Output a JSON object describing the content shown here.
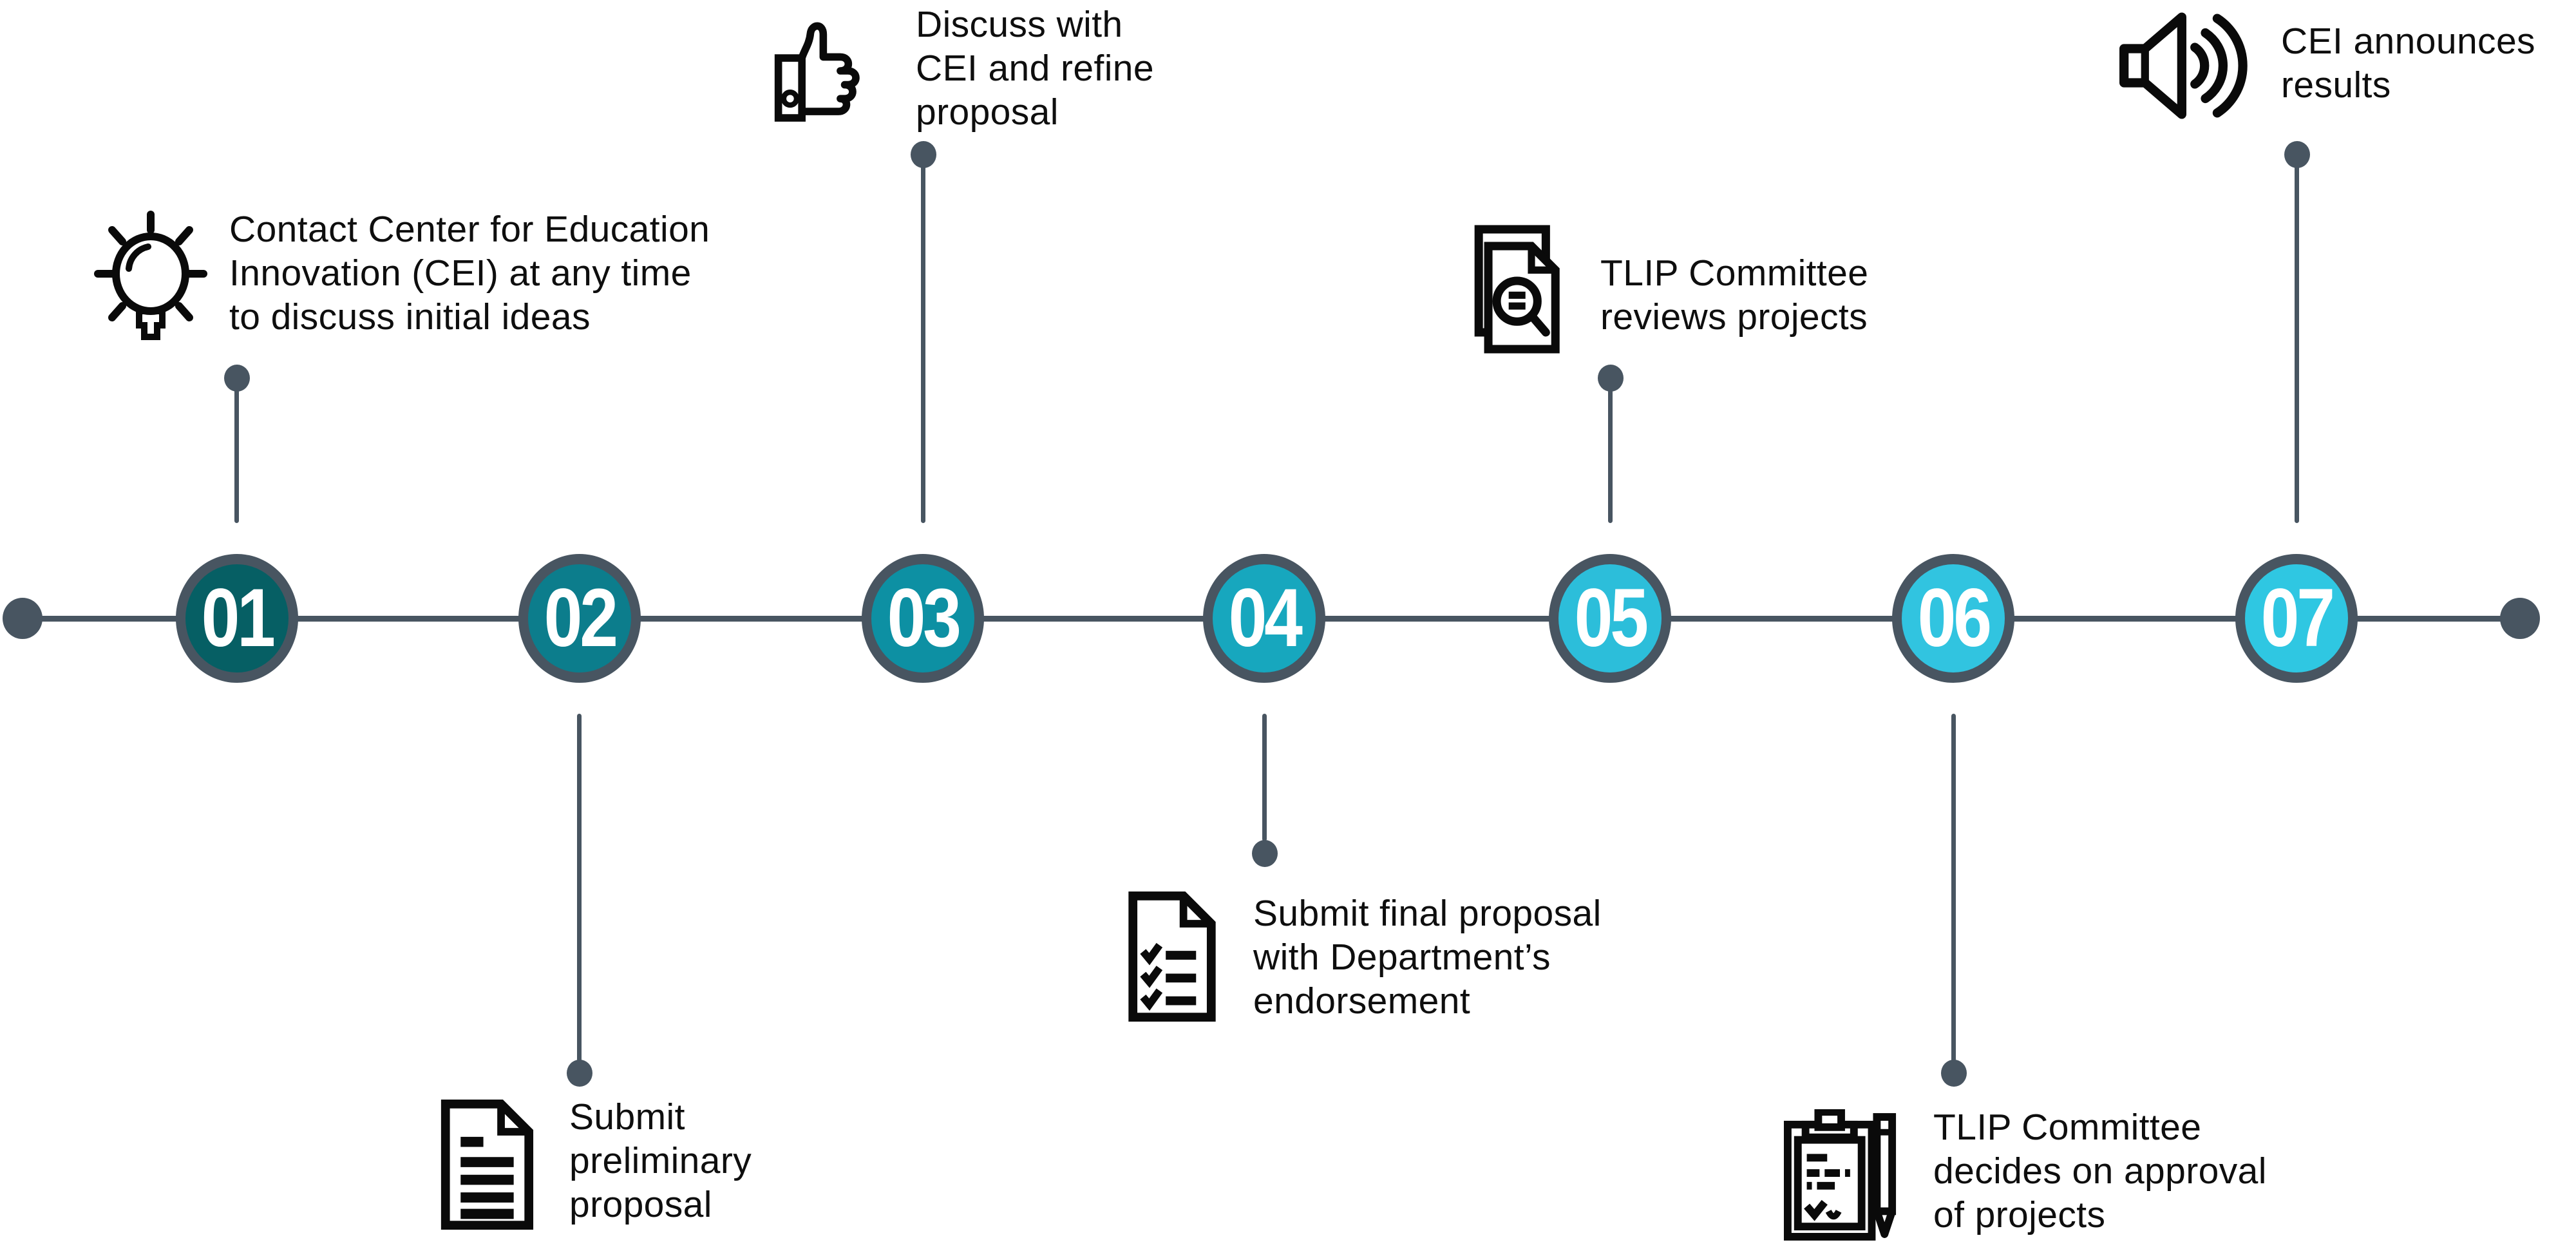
{
  "colors": {
    "slate": "#485561",
    "text": "#0E0E0E",
    "number": "#FFFFFF",
    "background": "#FFFFFF"
  },
  "timeline": {
    "steps": [
      {
        "number": "01",
        "icon": "lightbulb-idea-icon",
        "fill": "#065F64",
        "side": "above",
        "lines": [
          "Contact Center for Education",
          "Innovation (CEI) at any time",
          "to discuss initial ideas"
        ]
      },
      {
        "number": "02",
        "icon": "document-lines-icon",
        "fill": "#0C7D8C",
        "side": "below",
        "lines": [
          "Submit",
          "preliminary",
          "proposal"
        ]
      },
      {
        "number": "03",
        "icon": "thumbs-up-icon",
        "fill": "#0D90A3",
        "side": "above",
        "lines": [
          "Discuss with",
          "CEI and refine",
          "proposal"
        ]
      },
      {
        "number": "04",
        "icon": "checklist-document-icon",
        "fill": "#17A7BE",
        "side": "below",
        "lines": [
          "Submit final proposal",
          "with Department’s",
          "endorsement"
        ]
      },
      {
        "number": "05",
        "icon": "document-review-icon",
        "fill": "#2CBEDA",
        "side": "above",
        "lines": [
          "TLIP Committee",
          "reviews projects"
        ]
      },
      {
        "number": "06",
        "icon": "clipboard-decision-icon",
        "fill": "#31C4E0",
        "side": "below",
        "lines": [
          "TLIP Committee",
          "decides on approval",
          "of projects"
        ]
      },
      {
        "number": "07",
        "icon": "announcement-icon",
        "fill": "#2FC7E2",
        "side": "above",
        "lines": [
          "CEI announces",
          "results"
        ]
      }
    ]
  }
}
